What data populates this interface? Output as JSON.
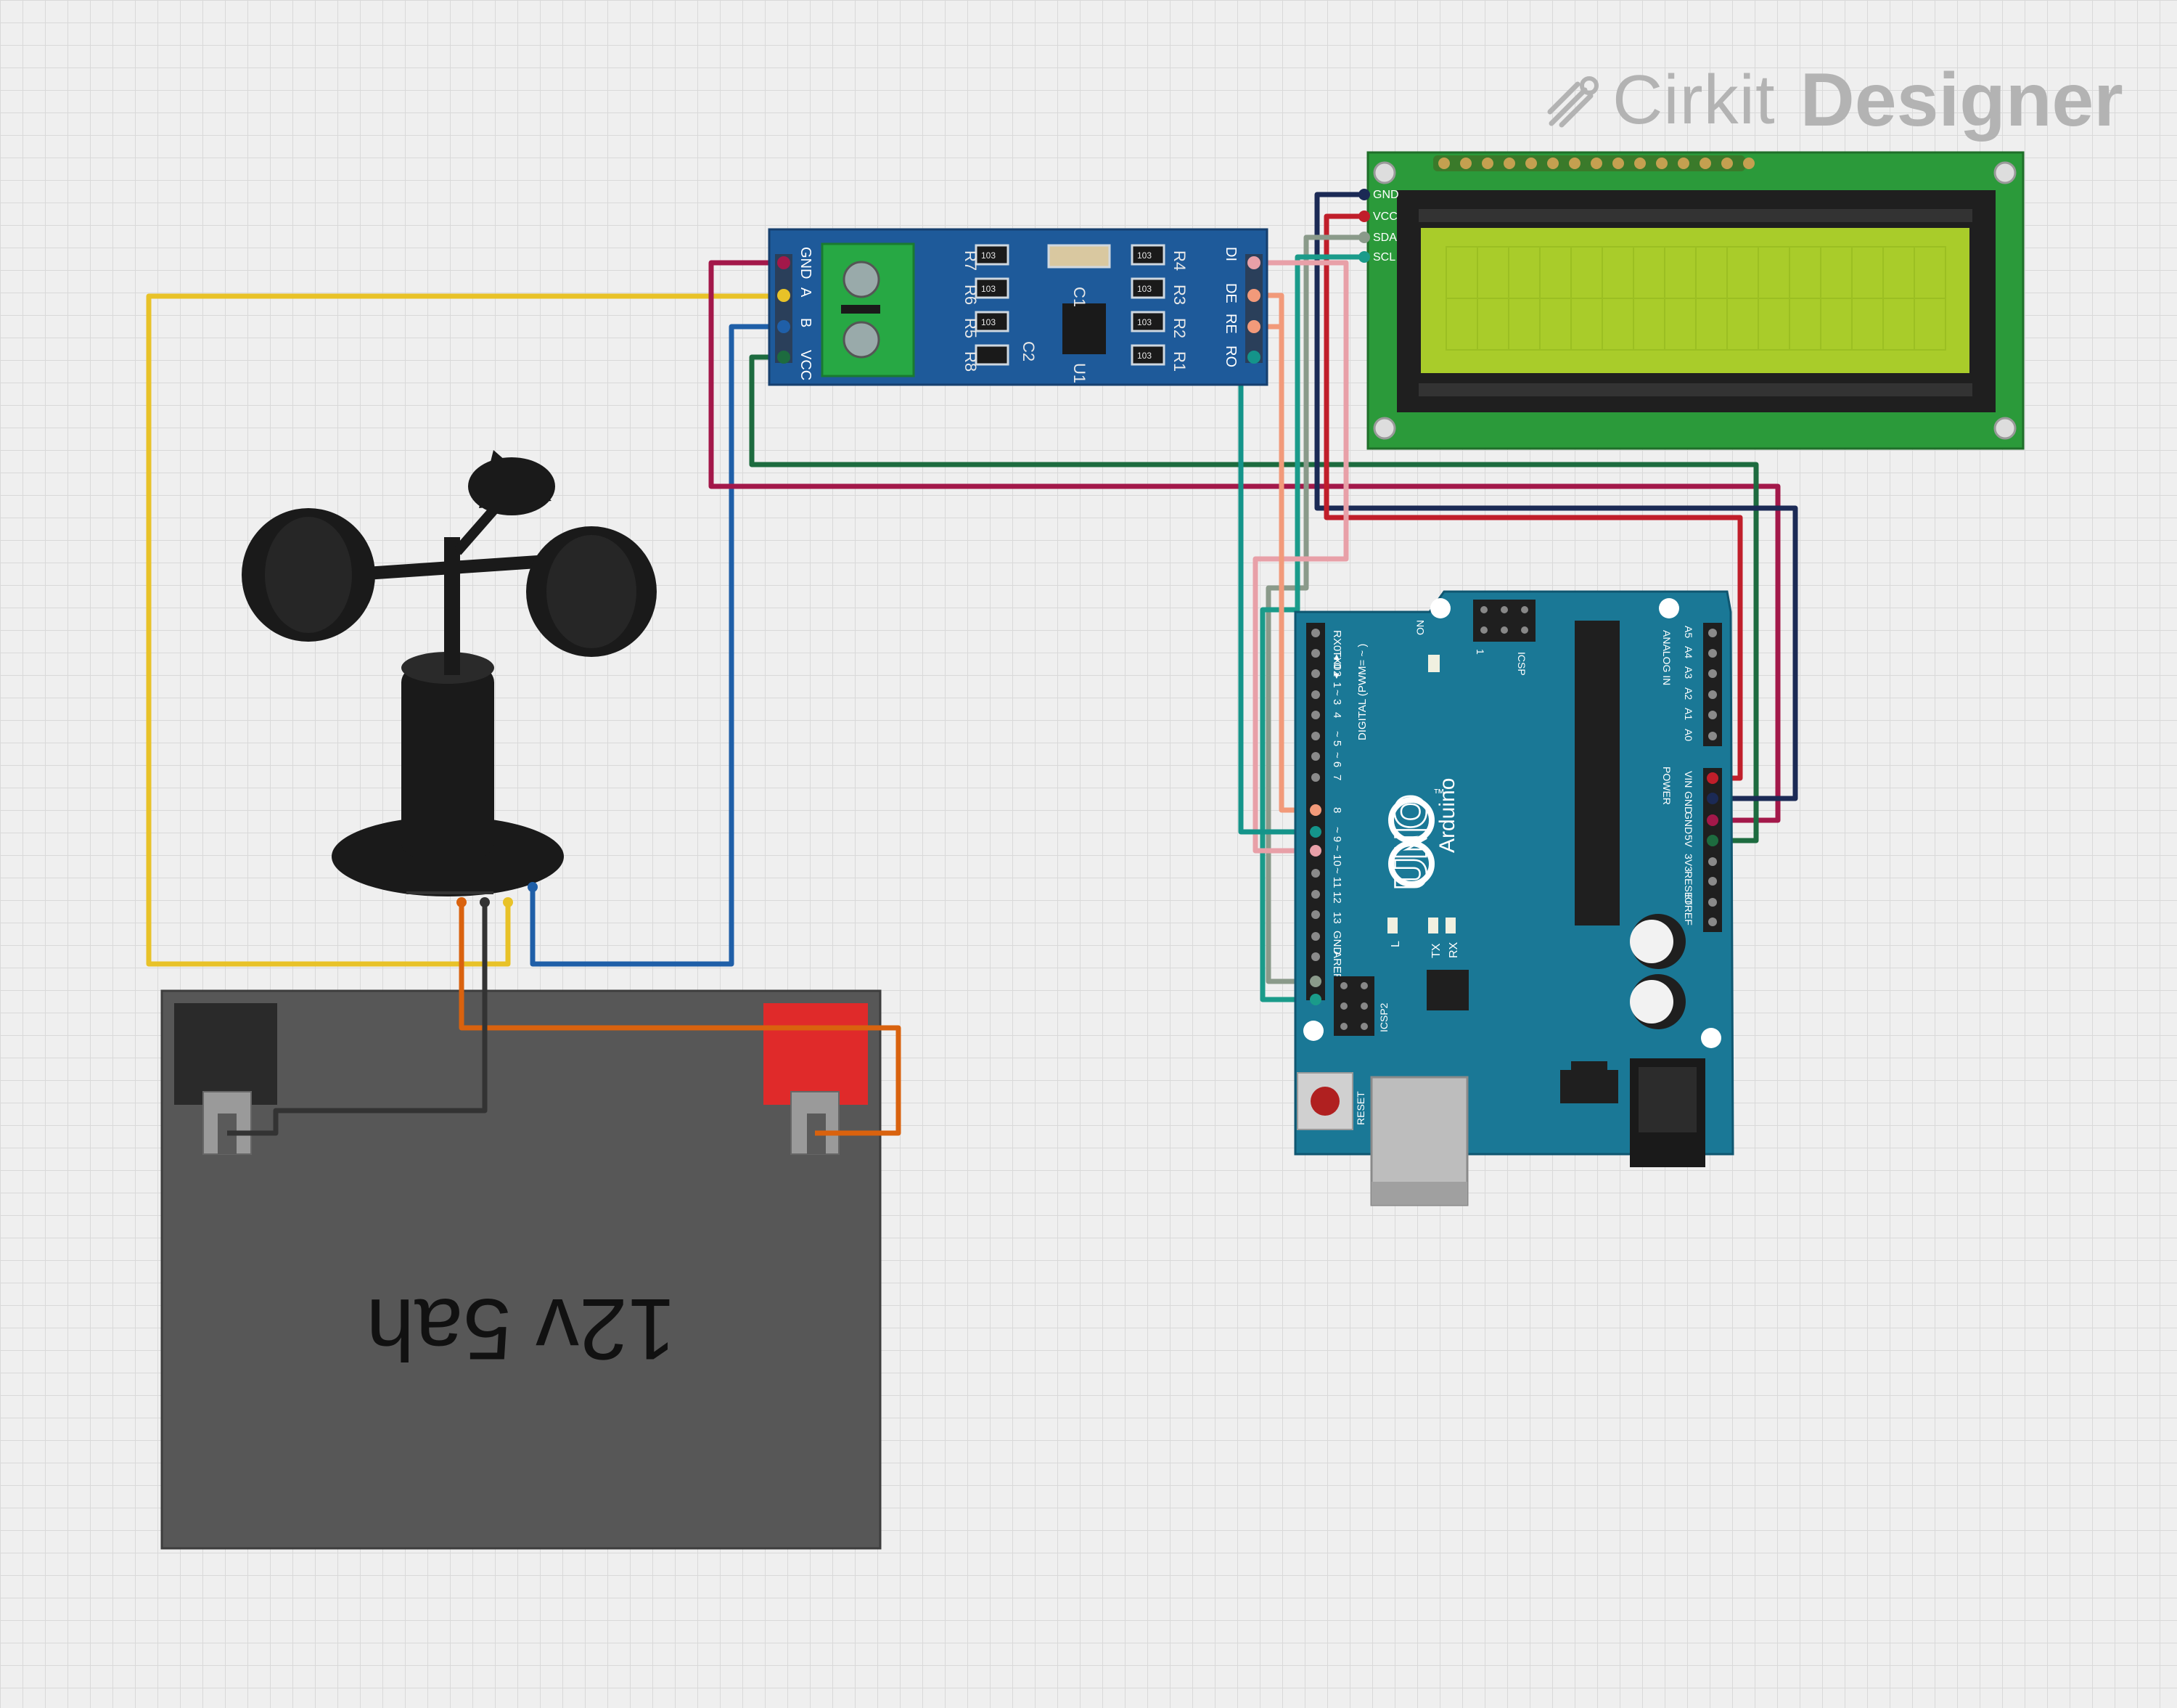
{
  "brand": {
    "word1": "Cirkit",
    "word2": "Designer"
  },
  "battery": {
    "label": "12v 5ah"
  },
  "rs485": {
    "left_pins": [
      "GND",
      "A",
      "B",
      "VCC"
    ],
    "right_pins": [
      "DI",
      "DE",
      "RE",
      "RO"
    ],
    "parts": [
      "R7",
      "R6",
      "R5",
      "R8",
      "C2",
      "C1",
      "U1",
      "R4",
      "R3",
      "R2",
      "R1"
    ],
    "smd_codes": [
      "103",
      "103",
      "103",
      "103",
      "103",
      "103",
      "103"
    ]
  },
  "lcd": {
    "pins": [
      "GND",
      "VCC",
      "SDA",
      "SCL"
    ]
  },
  "arduino": {
    "digital_pins": [
      "RX0 ◂ 0",
      "TX0 ▸ 1",
      "2",
      "~ 3",
      "4",
      "~ 5",
      "~ 6",
      "7",
      "8",
      "~ 9",
      "~ 10",
      "~ 11",
      "12",
      "13",
      "GND",
      "AREF"
    ],
    "analog_pins": [
      "A5",
      "A4",
      "A3",
      "A2",
      "A1",
      "A0"
    ],
    "power_pins": [
      "VIN",
      "GND",
      "GND",
      "5V",
      "3V3",
      "RESET",
      "IOREF"
    ],
    "brand": "Arduino",
    "model": "UNO",
    "on": "ON",
    "icsp": "ICSP",
    "icsp2": "ICSP2",
    "reset": "RESET",
    "l": "L",
    "tx": "TX",
    "rx": "RX",
    "digital_label": "DIGITAL (PWM= ~ )",
    "analog_label": "ANALOG IN",
    "power_label": "POWER",
    "icsp_one": "1",
    "tm": "™"
  },
  "colors": {
    "yellow": "#e8c228",
    "blue": "#1f5fa8",
    "orange": "#d9620e",
    "black": "#333333",
    "maroon": "#a3184a",
    "darkgreen": "#1d6b3f",
    "navy": "#1b2a55",
    "red": "#c01e2a",
    "pink": "#e8a0a8",
    "salmon": "#f29a7a",
    "teal": "#1a9b8a",
    "gray": "#8a9a8a"
  }
}
